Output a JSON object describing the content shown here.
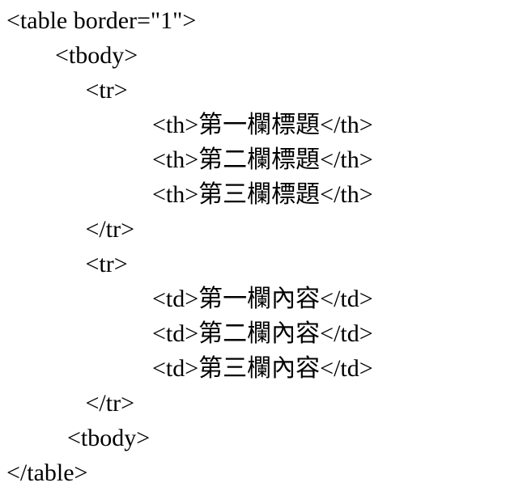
{
  "page": {
    "background_color": "#ffffff",
    "text_color": "#000000"
  },
  "code": {
    "language": "html",
    "lines": [
      "<table border=\"1\">",
      "        <tbody>",
      "             <tr>",
      "                        <th>第一欄標題</th>",
      "                        <th>第二欄標題</th>",
      "                        <th>第三欄標題</th>",
      "             </tr>",
      "             <tr>",
      "                        <td>第一欄內容</td>",
      "                        <td>第二欄內容</td>",
      "                        <td>第三欄內容</td>",
      "             </tr>",
      "          <tbody>",
      "</table>"
    ]
  }
}
